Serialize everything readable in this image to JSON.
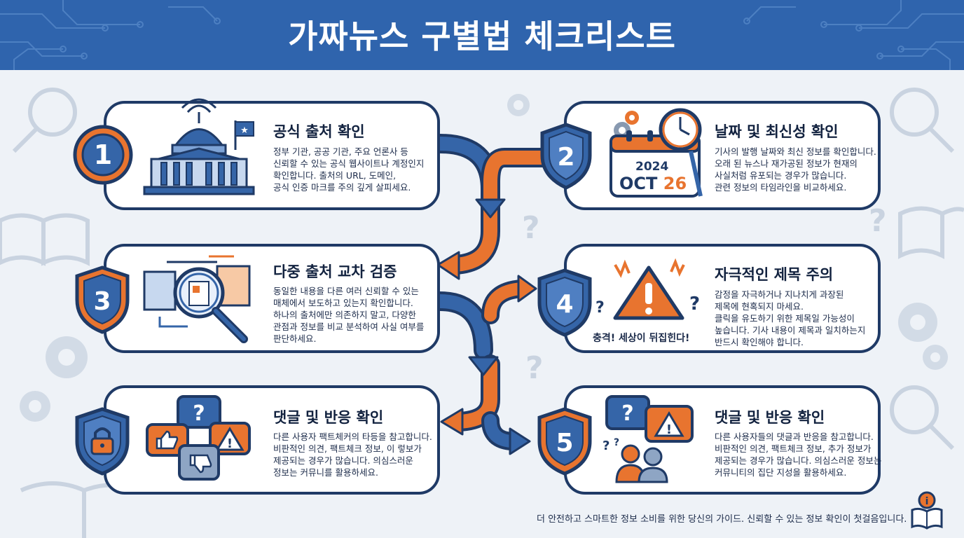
{
  "title": "가짜뉴스 구별법 체크리스트",
  "steps": [
    {
      "number": "1",
      "title": "공식 출처 확인",
      "body": "정부 기관, 공공 기관, 주요 언론사 등\n신뢰할 수 있는 공식 웹사이트나 계정인지\n확인합니다. 출처의 URL, 도메인,\n공식 인증 마크를 주의 깊게 살피세요."
    },
    {
      "number": "2",
      "title": "날짜 및 최신성 확인",
      "body": "기사의 발행 날짜와 최신 정보를 확인합니다.\n오래 된 뉴스나 재가공된 정보가 현재의\n사실처럼 유포되는 경우가 많습니다.\n관련 정보의 타임라인을 비교하세요."
    },
    {
      "number": "3",
      "title": "다중 출처 교차 검증",
      "body": "동일한 내용을 다른 여러 신뢰할 수 있는\n매체에서 보도하고 있는지 확인합니다.\n하나의 출처에만 의존하지 말고, 다양한\n관점과 정보를 비교 분석하여 사실 여부를\n판단하세요."
    },
    {
      "number": "4",
      "title": "자극적인 제목 주의",
      "body": "감정을 자극하거나 지나치게 과장된\n제목에 현혹되지 마세요.\n클릭을 유도하기 위한 제목일 가능성이\n높습니다. 기사 내용이 제목과 일치하는지\n반드시 확인해야 합니다."
    },
    {
      "number": "",
      "title": "댓글 및 반응 확인",
      "body": "다른 사용자 팩트체커의 타등을 참고합니다.\n비판적인 의견, 팩트체크 정보, 이 렇보가\n제공되는 경우가 많습니다. 의심스러운\n정보는 커뮤니를 활용하세요."
    },
    {
      "number": "5",
      "title": "댓글 및 반응 확인",
      "body": "다른 사용자들의 댓글과 반응을 참고합니다.\n비판적인 의견, 팩트체크 정보, 추가 정보가\n제공되는 경우가 많습니다. 의심스러운 정보는\n커뮤니티의 집단 지성을 활용하세요."
    }
  ],
  "calendar": {
    "year": "2024",
    "month": "OCT",
    "day": "26"
  },
  "alert_caption": "충격! 세상이 뒤집힌다!",
  "footer": "더 안전하고 스마트한 정보 소비를 위한 당신의 가이드. 신뢰할 수 있는 정보 확인이 첫걸음입니다.",
  "colors": {
    "header": "#2f64ad",
    "navy": "#1f3a66",
    "orange": "#e8742f",
    "blue": "#3565a8",
    "background": "#eef2f7"
  },
  "icons": [
    "building-icon",
    "calendar-icon",
    "clock-icon",
    "magnifier-icon",
    "warning-icon",
    "chat-icon",
    "thumbs-up-icon",
    "thumbs-down-icon",
    "lock-icon",
    "people-icon",
    "book-info-icon"
  ]
}
